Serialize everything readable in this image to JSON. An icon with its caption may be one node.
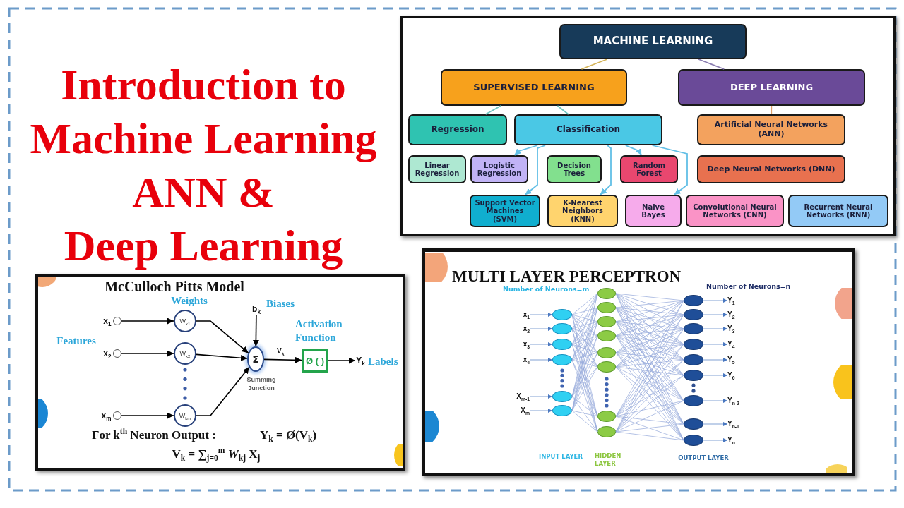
{
  "diagram": {
    "title": "Introduction to Machine Learning ANN & Deep Learning",
    "nodes": [
      {
        "text": [],
        "shape": "box"
      },
      {
        "text": [
          "MACHINE LEARNING"
        ],
        "in": 0
      },
      {
        "text": [
          "SUPERVISED LEARNING"
        ],
        "in": 0
      },
      {
        "text": [
          "DEEP LEARNING"
        ],
        "in": 0
      },
      {
        "text": [
          "Regression"
        ],
        "in": 0
      },
      {
        "text": [
          "Classification"
        ],
        "in": 0
      },
      {
        "text": [
          "Artificial Neural Networks (ANN)"
        ],
        "in": 0
      },
      {
        "text": [
          "Linear Regression"
        ],
        "in": 0
      },
      {
        "text": [
          "Logistic Regression"
        ],
        "in": 0
      },
      {
        "text": [
          "Decision Trees"
        ],
        "in": 0
      },
      {
        "text": [
          "Random Forest"
        ],
        "in": 0
      },
      {
        "text": [
          "Deep Neural Networks (DNN)"
        ],
        "in": 0
      },
      {
        "text": [
          "Support Vector Machines (SVM)"
        ],
        "in": 0
      },
      {
        "text": [
          "K-Nearest Neighbors (KNN)"
        ],
        "in": 0
      },
      {
        "text": [
          "Naive Bayes"
        ],
        "in": 0
      },
      {
        "text": [
          "Convolutional Neural Networks (CNN)"
        ],
        "in": 0
      },
      {
        "text": [
          "Recurrent Neural Networks (RNN)"
        ],
        "in": 0
      },
      {
        "text": [
          "McCulloch Pitts Model"
        ]
      },
      {
        "text": [],
        "shape": "circle",
        "beside": [
          "x$_{1}$"
        ],
        "in": 17
      },
      {
        "text": [],
        "shape": "circle",
        "beside": [
          "x$_{2}$"
        ],
        "in": 17
      },
      {
        "text": [],
        "shape": "circle",
        "beside": [
          "x$_{m}$"
        ],
        "in": 17
      },
      {
        "text": [
          "W$_{k1}$"
        ],
        "in": 17
      },
      {
        "text": [
          "W$_{k2}$"
        ],
        "in": 17
      },
      {
        "text": [
          "W$_{km}$"
        ],
        "in": 17
      },
      {
        "text": [
          "b$_{k}$"
        ],
        "in": 17
      },
      {
        "text": [
          "Σ"
        ],
        "beside": [
          "Summing Junction"
        ],
        "in": 17
      },
      {
        "text": [
          "Ø ( )"
        ],
        "in": 17
      },
      {
        "text": [
          "Y$_{k}$"
        ],
        "in": 17
      },
      {
        "text": [
          "MULTI LAYER PERCEPTRON"
        ]
      },
      {
        "text": [
          "x$_{1}$"
        ],
        "in": 28
      },
      {
        "text": [
          "x$_{2}$"
        ],
        "in": 28
      },
      {
        "text": [
          "x$_{3}$"
        ],
        "in": 28
      },
      {
        "text": [
          "x$_{4}$"
        ],
        "in": 28
      },
      {
        "text": [
          "X$_{m-1}$"
        ],
        "in": 28
      },
      {
        "text": [
          "X$_{m}$"
        ],
        "in": 28
      },
      {
        "text": [],
        "shape": "ellipse",
        "in": 28
      },
      {
        "text": [],
        "shape": "ellipse",
        "in": 28
      },
      {
        "text": [],
        "shape": "ellipse",
        "in": 28
      },
      {
        "text": [],
        "shape": "ellipse",
        "in": 28
      },
      {
        "text": [],
        "shape": "ellipse",
        "in": 28
      },
      {
        "text": [],
        "shape": "ellipse",
        "in": 28
      },
      {
        "text": [],
        "shape": "ellipse",
        "in": 28
      },
      {
        "text": [],
        "shape": "ellipse",
        "in": 28
      },
      {
        "text": [],
        "shape": "ellipse",
        "in": 28
      },
      {
        "text": [],
        "shape": "ellipse",
        "in": 28
      },
      {
        "text": [],
        "shape": "ellipse",
        "in": 28
      },
      {
        "text": [],
        "shape": "ellipse",
        "in": 28
      },
      {
        "text": [],
        "shape": "ellipse",
        "in": 28
      },
      {
        "text": [],
        "shape": "ellipse",
        "in": 28
      },
      {
        "text": [],
        "shape": "ellipse",
        "in": 28
      },
      {
        "text": [],
        "shape": "ellipse",
        "in": 28
      },
      {
        "text": [],
        "shape": "ellipse",
        "in": 28
      },
      {
        "text": [],
        "shape": "ellipse",
        "in": 28
      },
      {
        "text": [],
        "shape": "ellipse",
        "in": 28
      },
      {
        "text": [],
        "shape": "ellipse",
        "in": 28
      },
      {
        "text": [],
        "shape": "ellipse",
        "in": 28
      },
      {
        "text": [],
        "shape": "ellipse",
        "in": 28
      },
      {
        "text": [],
        "shape": "ellipse",
        "in": 28
      },
      {
        "text": [
          "Y$_{1}$"
        ],
        "in": 28
      },
      {
        "text": [
          "Y$_{2}$"
        ],
        "in": 28
      },
      {
        "text": [
          "Y$_{3}$"
        ],
        "in": 28
      },
      {
        "text": [
          "Y$_{4}$"
        ],
        "in": 28
      },
      {
        "text": [
          "Y$_{5}$"
        ],
        "in": 28
      },
      {
        "text": [
          "Y$_{6}$"
        ],
        "in": 28
      },
      {
        "text": [
          "Y$_{n-2}$"
        ],
        "in": 28
      },
      {
        "text": [
          "Y$_{n-1}$"
        ],
        "in": 28
      },
      {
        "text": [
          "Y$_{n}$"
        ],
        "in": 28
      }
    ],
    "edges": [
      {
        "from": 1,
        "to": 2,
        "arrow": "none",
        "color": "#d4b45a"
      },
      {
        "from": 1,
        "to": 3,
        "arrow": "none",
        "color": "#8a7db0"
      },
      {
        "from": 2,
        "to": 4,
        "arrow": "none",
        "color": "#6fc5c0"
      },
      {
        "from": 2,
        "to": 5,
        "arrow": "none",
        "color": "#6fc5c0"
      },
      {
        "from": 5,
        "to": 8,
        "arrow": "to",
        "color": "#62bfe6"
      },
      {
        "from": 5,
        "to": 10,
        "arrow": "to",
        "color": "#62bfe6"
      },
      {
        "from": 5,
        "to": 12,
        "arrow": "to",
        "color": "#62bfe6"
      },
      {
        "from": 5,
        "to": 13,
        "arrow": "to",
        "color": "#62bfe6"
      },
      {
        "from": 5,
        "to": 14,
        "arrow": "to",
        "color": "#62bfe6"
      },
      {
        "from": 3,
        "to": 6,
        "arrow": "none",
        "color": "#e0a06a"
      },
      {
        "from": 18,
        "to": 21,
        "arrow": "to",
        "color": "#000000"
      },
      {
        "from": 19,
        "to": 22,
        "arrow": "to",
        "color": "#000000"
      },
      {
        "from": 20,
        "to": 23,
        "arrow": "to",
        "color": "#000000"
      },
      {
        "from": 21,
        "to": 25,
        "arrow": "to",
        "color": "#000000"
      },
      {
        "from": 22,
        "to": 25,
        "arrow": "to",
        "color": "#000000"
      },
      {
        "from": 23,
        "to": 25,
        "arrow": "to",
        "color": "#000000"
      },
      {
        "from": 24,
        "to": 25,
        "arrow": "to",
        "color": "#000000"
      },
      {
        "from": 25,
        "to": 26,
        "arrow": "to",
        "label": "V$_{k}$",
        "color": "#000000"
      },
      {
        "from": 26,
        "to": 27,
        "arrow": "to",
        "color": "#000000"
      },
      {
        "from": 29,
        "to": 35,
        "arrow": "to",
        "color": "#4a78c0"
      },
      {
        "from": 30,
        "to": 36,
        "arrow": "to",
        "color": "#4a78c0"
      },
      {
        "from": 31,
        "to": 37,
        "arrow": "to",
        "color": "#4a78c0"
      },
      {
        "from": 32,
        "to": 38,
        "arrow": "to",
        "color": "#4a78c0"
      },
      {
        "from": 33,
        "to": 39,
        "arrow": "to",
        "color": "#4a78c0"
      },
      {
        "from": 34,
        "to": 40,
        "arrow": "to",
        "color": "#4a78c0"
      },
      {
        "from": 35,
        "to": 41,
        "arrow": "none"
      },
      {
        "from": 35,
        "to": 42,
        "arrow": "none"
      },
      {
        "from": 35,
        "to": 43,
        "arrow": "none"
      },
      {
        "from": 35,
        "to": 44,
        "arrow": "none"
      },
      {
        "from": 35,
        "to": 45,
        "arrow": "none"
      },
      {
        "from": 35,
        "to": 46,
        "arrow": "none"
      },
      {
        "from": 35,
        "to": 47,
        "arrow": "none"
      },
      {
        "from": 35,
        "to": 48,
        "arrow": "none"
      },
      {
        "from": 36,
        "to": 41,
        "arrow": "none"
      },
      {
        "from": 36,
        "to": 42,
        "arrow": "none"
      },
      {
        "from": 36,
        "to": 43,
        "arrow": "none"
      },
      {
        "from": 36,
        "to": 44,
        "arrow": "none"
      },
      {
        "from": 36,
        "to": 45,
        "arrow": "none"
      },
      {
        "from": 36,
        "to": 46,
        "arrow": "none"
      },
      {
        "from": 36,
        "to": 47,
        "arrow": "none"
      },
      {
        "from": 36,
        "to": 48,
        "arrow": "none"
      },
      {
        "from": 37,
        "to": 41,
        "arrow": "none"
      },
      {
        "from": 37,
        "to": 42,
        "arrow": "none"
      },
      {
        "from": 37,
        "to": 43,
        "arrow": "none"
      },
      {
        "from": 37,
        "to": 44,
        "arrow": "none"
      },
      {
        "from": 37,
        "to": 45,
        "arrow": "none"
      },
      {
        "from": 37,
        "to": 46,
        "arrow": "none"
      },
      {
        "from": 37,
        "to": 47,
        "arrow": "none"
      },
      {
        "from": 37,
        "to": 48,
        "arrow": "none"
      },
      {
        "from": 38,
        "to": 41,
        "arrow": "none"
      },
      {
        "from": 38,
        "to": 42,
        "arrow": "none"
      },
      {
        "from": 38,
        "to": 43,
        "arrow": "none"
      },
      {
        "from": 38,
        "to": 44,
        "arrow": "none"
      },
      {
        "from": 38,
        "to": 45,
        "arrow": "none"
      },
      {
        "from": 38,
        "to": 46,
        "arrow": "none"
      },
      {
        "from": 38,
        "to": 47,
        "arrow": "none"
      },
      {
        "from": 38,
        "to": 48,
        "arrow": "none"
      },
      {
        "from": 39,
        "to": 41,
        "arrow": "none"
      },
      {
        "from": 39,
        "to": 42,
        "arrow": "none"
      },
      {
        "from": 39,
        "to": 43,
        "arrow": "none"
      },
      {
        "from": 39,
        "to": 44,
        "arrow": "none"
      },
      {
        "from": 39,
        "to": 45,
        "arrow": "none"
      },
      {
        "from": 39,
        "to": 46,
        "arrow": "none"
      },
      {
        "from": 39,
        "to": 47,
        "arrow": "none"
      },
      {
        "from": 39,
        "to": 48,
        "arrow": "none"
      },
      {
        "from": 40,
        "to": 41,
        "arrow": "none"
      },
      {
        "from": 40,
        "to": 42,
        "arrow": "none"
      },
      {
        "from": 40,
        "to": 43,
        "arrow": "none"
      },
      {
        "from": 40,
        "to": 44,
        "arrow": "none"
      },
      {
        "from": 40,
        "to": 45,
        "arrow": "none"
      },
      {
        "from": 40,
        "to": 46,
        "arrow": "none"
      },
      {
        "from": 40,
        "to": 47,
        "arrow": "none"
      },
      {
        "from": 40,
        "to": 48,
        "arrow": "none"
      },
      {
        "from": 41,
        "to": 49,
        "arrow": "none"
      },
      {
        "from": 41,
        "to": 50,
        "arrow": "none"
      },
      {
        "from": 41,
        "to": 51,
        "arrow": "none"
      },
      {
        "from": 41,
        "to": 52,
        "arrow": "none"
      },
      {
        "from": 41,
        "to": 53,
        "arrow": "none"
      },
      {
        "from": 41,
        "to": 54,
        "arrow": "none"
      },
      {
        "from": 41,
        "to": 55,
        "arrow": "none"
      },
      {
        "from": 41,
        "to": 56,
        "arrow": "none"
      },
      {
        "from": 41,
        "to": 57,
        "arrow": "none"
      },
      {
        "from": 42,
        "to": 49,
        "arrow": "none"
      },
      {
        "from": 42,
        "to": 50,
        "arrow": "none"
      },
      {
        "from": 42,
        "to": 51,
        "arrow": "none"
      },
      {
        "from": 42,
        "to": 52,
        "arrow": "none"
      },
      {
        "from": 42,
        "to": 53,
        "arrow": "none"
      },
      {
        "from": 42,
        "to": 54,
        "arrow": "none"
      },
      {
        "from": 42,
        "to": 55,
        "arrow": "none"
      },
      {
        "from": 42,
        "to": 56,
        "arrow": "none"
      },
      {
        "from": 42,
        "to": 57,
        "arrow": "none"
      },
      {
        "from": 43,
        "to": 49,
        "arrow": "none"
      },
      {
        "from": 43,
        "to": 50,
        "arrow": "none"
      },
      {
        "from": 43,
        "to": 51,
        "arrow": "none"
      },
      {
        "from": 43,
        "to": 52,
        "arrow": "none"
      },
      {
        "from": 43,
        "to": 53,
        "arrow": "none"
      },
      {
        "from": 43,
        "to": 54,
        "arrow": "none"
      },
      {
        "from": 43,
        "to": 55,
        "arrow": "none"
      },
      {
        "from": 43,
        "to": 56,
        "arrow": "none"
      },
      {
        "from": 43,
        "to": 57,
        "arrow": "none"
      },
      {
        "from": 44,
        "to": 49,
        "arrow": "none"
      },
      {
        "from": 44,
        "to": 50,
        "arrow": "none"
      },
      {
        "from": 44,
        "to": 51,
        "arrow": "none"
      },
      {
        "from": 44,
        "to": 52,
        "arrow": "none"
      },
      {
        "from": 44,
        "to": 53,
        "arrow": "none"
      },
      {
        "from": 44,
        "to": 54,
        "arrow": "none"
      },
      {
        "from": 44,
        "to": 55,
        "arrow": "none"
      },
      {
        "from": 44,
        "to": 56,
        "arrow": "none"
      },
      {
        "from": 44,
        "to": 57,
        "arrow": "none"
      },
      {
        "from": 45,
        "to": 49,
        "arrow": "none"
      },
      {
        "from": 45,
        "to": 50,
        "arrow": "none"
      },
      {
        "from": 45,
        "to": 51,
        "arrow": "none"
      },
      {
        "from": 45,
        "to": 52,
        "arrow": "none"
      },
      {
        "from": 45,
        "to": 53,
        "arrow": "none"
      },
      {
        "from": 45,
        "to": 54,
        "arrow": "none"
      },
      {
        "from": 45,
        "to": 55,
        "arrow": "none"
      },
      {
        "from": 45,
        "to": 56,
        "arrow": "none"
      },
      {
        "from": 45,
        "to": 57,
        "arrow": "none"
      },
      {
        "from": 46,
        "to": 49,
        "arrow": "none"
      },
      {
        "from": 46,
        "to": 50,
        "arrow": "none"
      },
      {
        "from": 46,
        "to": 51,
        "arrow": "none"
      },
      {
        "from": 46,
        "to": 52,
        "arrow": "none"
      },
      {
        "from": 46,
        "to": 53,
        "arrow": "none"
      },
      {
        "from": 46,
        "to": 54,
        "arrow": "none"
      },
      {
        "from": 46,
        "to": 55,
        "arrow": "none"
      },
      {
        "from": 46,
        "to": 56,
        "arrow": "none"
      },
      {
        "from": 46,
        "to": 57,
        "arrow": "none"
      },
      {
        "from": 47,
        "to": 49,
        "arrow": "none"
      },
      {
        "from": 47,
        "to": 50,
        "arrow": "none"
      },
      {
        "from": 47,
        "to": 51,
        "arrow": "none"
      },
      {
        "from": 47,
        "to": 52,
        "arrow": "none"
      },
      {
        "from": 47,
        "to": 53,
        "arrow": "none"
      },
      {
        "from": 47,
        "to": 54,
        "arrow": "none"
      },
      {
        "from": 47,
        "to": 55,
        "arrow": "none"
      },
      {
        "from": 47,
        "to": 56,
        "arrow": "none"
      },
      {
        "from": 47,
        "to": 57,
        "arrow": "none"
      },
      {
        "from": 48,
        "to": 49,
        "arrow": "none"
      },
      {
        "from": 48,
        "to": 50,
        "arrow": "none"
      },
      {
        "from": 48,
        "to": 51,
        "arrow": "none"
      },
      {
        "from": 48,
        "to": 52,
        "arrow": "none"
      },
      {
        "from": 48,
        "to": 53,
        "arrow": "none"
      },
      {
        "from": 48,
        "to": 54,
        "arrow": "none"
      },
      {
        "from": 48,
        "to": 55,
        "arrow": "none"
      },
      {
        "from": 48,
        "to": 56,
        "arrow": "none"
      },
      {
        "from": 48,
        "to": 57,
        "arrow": "none"
      },
      {
        "from": 49,
        "to": 58,
        "arrow": "to",
        "color": "#4a78c0"
      },
      {
        "from": 50,
        "to": 59,
        "arrow": "to",
        "color": "#4a78c0"
      },
      {
        "from": 51,
        "to": 60,
        "arrow": "to",
        "color": "#4a78c0"
      },
      {
        "from": 52,
        "to": 61,
        "arrow": "to",
        "color": "#4a78c0"
      },
      {
        "from": 53,
        "to": 62,
        "arrow": "to",
        "color": "#4a78c0"
      },
      {
        "from": 54,
        "to": 63,
        "arrow": "to",
        "color": "#4a78c0"
      },
      {
        "from": 55,
        "to": 64,
        "arrow": "to",
        "color": "#4a78c0"
      },
      {
        "from": 56,
        "to": 65,
        "arrow": "to",
        "color": "#4a78c0"
      },
      {
        "from": 57,
        "to": 66,
        "arrow": "to",
        "color": "#4a78c0"
      }
    ],
    "labels": [
      "Weights",
      "Biases",
      "Features",
      "Activation Function",
      "Labels",
      "For k$^{th}$ Neuron Output :",
      "Y$_{k}$ = Ø(V$_{k}$)",
      "V$_{k}$ = ∑$_{j=0}$$^{m}$ *W*$_{kj}$ X$_{j}$",
      "Number of Neurons=m",
      "Number of Neurons=n",
      "INPUT LAYER",
      "HIDDEN LAYER",
      "OUTPUT LAYER"
    ]
  }
}
